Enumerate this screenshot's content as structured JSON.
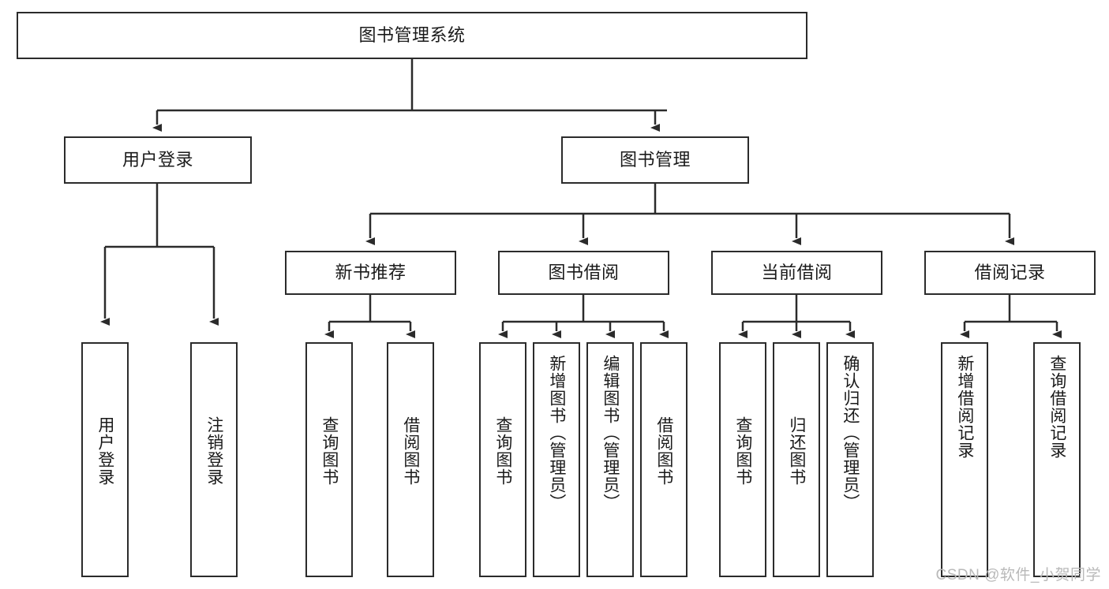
{
  "diagram": {
    "type": "tree-hierarchy",
    "title": "图书管理系统",
    "watermark": "CSDN @软件_小贺同学",
    "colors": {
      "box_border": "#2b2b2b",
      "box_fill": "#ffffff",
      "connector": "#2b2b2b",
      "text": "#1a1a1a",
      "watermark": "#b9b9b9"
    },
    "root": {
      "id": "root",
      "label": "图书管理系统"
    },
    "level2": [
      {
        "id": "user-login",
        "label": "用户登录"
      },
      {
        "id": "book-manage",
        "label": "图书管理"
      }
    ],
    "level3": [
      {
        "id": "new-book-recommend",
        "label": "新书推荐"
      },
      {
        "id": "book-borrow",
        "label": "图书借阅"
      },
      {
        "id": "current-borrow",
        "label": "当前借阅"
      },
      {
        "id": "borrow-record",
        "label": "借阅记录"
      }
    ],
    "leaves": {
      "user-login": [
        {
          "id": "leaf-user-login",
          "label": "用户登录"
        },
        {
          "id": "leaf-logout-login",
          "label": "注销登录"
        }
      ],
      "new-book-recommend": [
        {
          "id": "leaf-query-book-1",
          "label": "查询图书"
        },
        {
          "id": "leaf-borrow-book-1",
          "label": "借阅图书"
        }
      ],
      "book-borrow": [
        {
          "id": "leaf-query-book-2",
          "label": "查询图书"
        },
        {
          "id": "leaf-add-book",
          "label": "新增图书（管理员）"
        },
        {
          "id": "leaf-edit-book",
          "label": "编辑图书（管理员）"
        },
        {
          "id": "leaf-borrow-book-2",
          "label": "借阅图书"
        }
      ],
      "current-borrow": [
        {
          "id": "leaf-query-book-3",
          "label": "查询图书"
        },
        {
          "id": "leaf-return-book",
          "label": "归还图书"
        },
        {
          "id": "leaf-confirm-return",
          "label": "确认归还（管理员）"
        }
      ],
      "borrow-record": [
        {
          "id": "leaf-add-record",
          "label": "新增借阅记录"
        },
        {
          "id": "leaf-query-record",
          "label": "查询借阅记录"
        }
      ]
    }
  }
}
